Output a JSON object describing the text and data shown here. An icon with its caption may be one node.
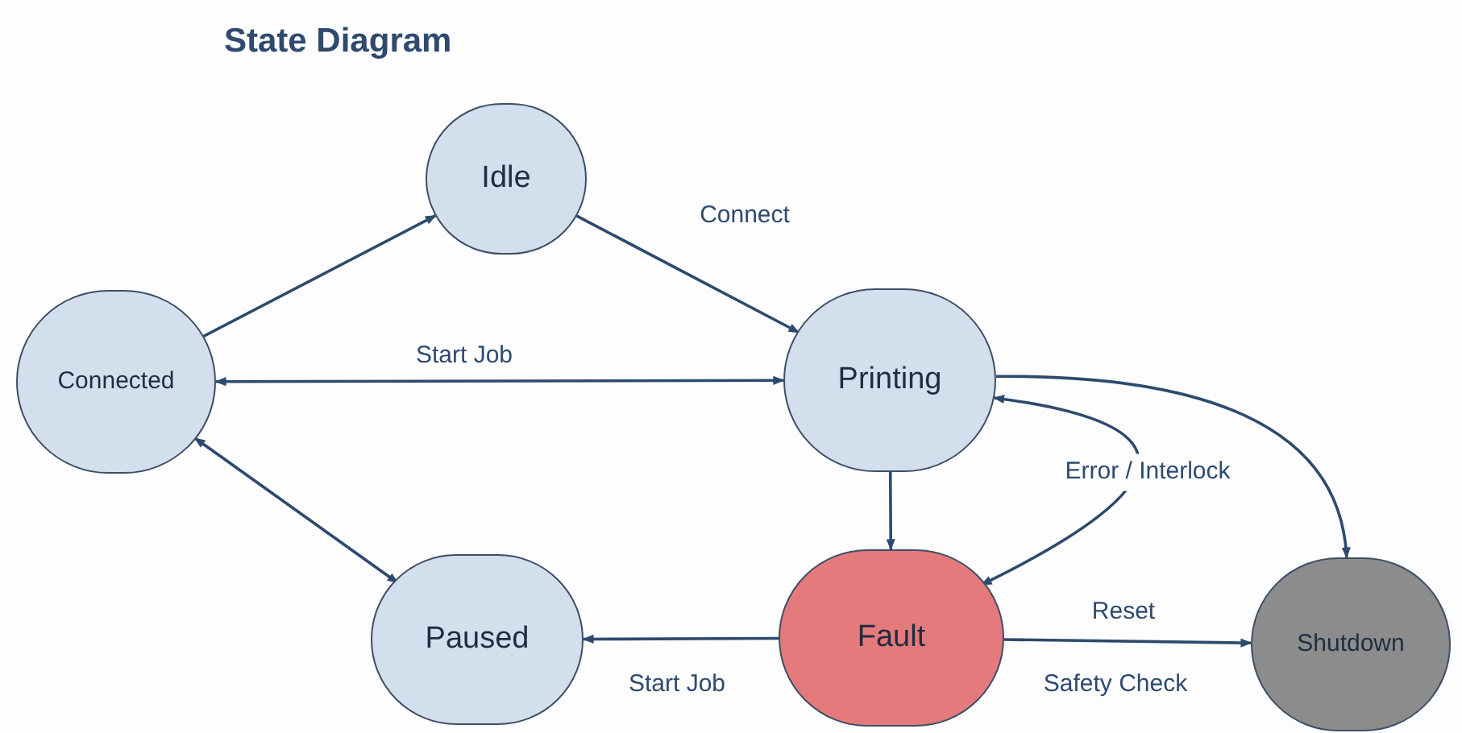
{
  "diagram": {
    "title": "State Diagram",
    "nodes": [
      {
        "text": [
          "Idle"
        ]
      },
      {
        "text": [
          "Connected"
        ]
      },
      {
        "text": [
          "Printing"
        ]
      },
      {
        "text": [
          "Paused"
        ]
      },
      {
        "text": [
          "Fault"
        ]
      },
      {
        "text": [
          "Shutdown"
        ]
      }
    ],
    "edges": [
      {
        "from": 1,
        "to": 0,
        "arrow": "to"
      },
      {
        "from": 0,
        "to": 2,
        "arrow": "to",
        "label": "Connect"
      },
      {
        "from": 1,
        "to": 2,
        "arrow": "both",
        "label": "Start Job"
      },
      {
        "from": 1,
        "to": 3,
        "arrow": "both"
      },
      {
        "from": 2,
        "to": 4,
        "arrow": "to"
      },
      {
        "from": 2,
        "to": 4,
        "arrow": "both",
        "label": "Error / Interlock"
      },
      {
        "from": 2,
        "to": 5,
        "arrow": "to"
      },
      {
        "from": 4,
        "to": 3,
        "arrow": "to",
        "label": "Start Job"
      },
      {
        "from": 4,
        "to": 5,
        "arrow": "to",
        "label": "Reset"
      }
    ],
    "labels": [
      "Safety Check"
    ]
  }
}
